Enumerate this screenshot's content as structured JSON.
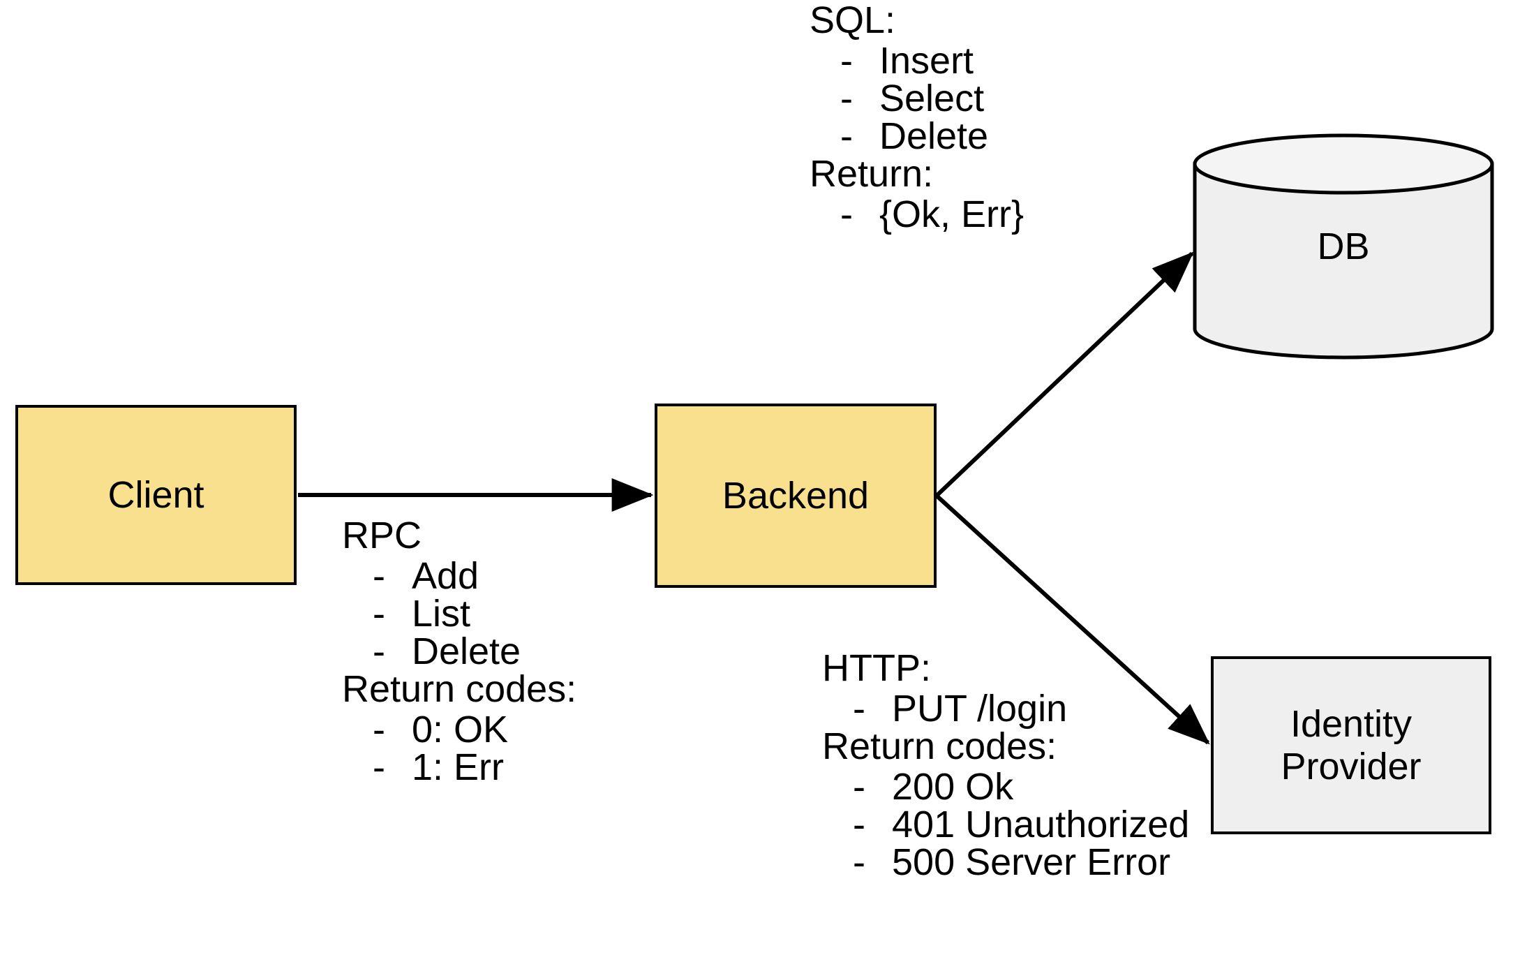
{
  "diagram": {
    "title": "Client / Backend / DB / Identity Provider architecture",
    "colors": {
      "service_fill": "#f8e08e",
      "external_fill": "#efefef",
      "stroke": "#000000",
      "background": "#ffffff"
    },
    "nodes": {
      "client": {
        "label": "Client",
        "shape": "rectangle",
        "fill": "#f8e08e"
      },
      "backend": {
        "label": "Backend",
        "shape": "rectangle",
        "fill": "#f8e08e"
      },
      "db": {
        "label": "DB",
        "shape": "cylinder",
        "fill": "#efefef"
      },
      "identity_provider": {
        "label": "Identity\nProvider",
        "shape": "rectangle",
        "fill": "#efefef"
      }
    },
    "edges": [
      {
        "from": "Client",
        "to": "Backend",
        "style": "solid-arrow"
      },
      {
        "from": "Backend",
        "to": "DB",
        "style": "solid-arrow"
      },
      {
        "from": "Backend",
        "to": "Identity Provider",
        "style": "solid-arrow"
      }
    ],
    "annotations": {
      "rpc": {
        "heading": "RPC",
        "methods": [
          "Add",
          "List",
          "Delete"
        ],
        "returns_heading": "Return codes:",
        "returns": [
          "0: OK",
          "1: Err"
        ],
        "dash": "-"
      },
      "sql": {
        "heading": "SQL:",
        "methods": [
          "Insert",
          "Select",
          "Delete"
        ],
        "returns_heading": "Return:",
        "returns": [
          "{Ok, Err}"
        ],
        "dash": "-"
      },
      "http": {
        "heading": "HTTP:",
        "methods": [
          "PUT /login"
        ],
        "returns_heading": "Return codes:",
        "returns": [
          "200 Ok",
          "401 Unauthorized",
          "500 Server Error"
        ],
        "dash": "-"
      }
    }
  }
}
